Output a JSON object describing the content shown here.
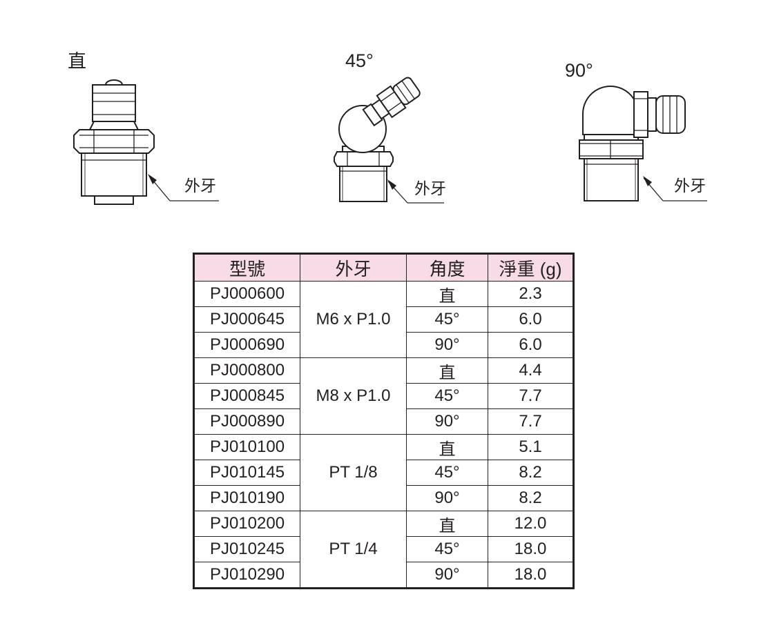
{
  "figures": {
    "straight": {
      "angle_label": "直",
      "thread_label": "外牙"
    },
    "angle45": {
      "angle_label": "45°",
      "thread_label": "外牙"
    },
    "angle90": {
      "angle_label": "90°",
      "thread_label": "外牙"
    }
  },
  "table": {
    "headers": {
      "model": "型號",
      "thread": "外牙",
      "angle": "角度",
      "weight": "淨重 (g)"
    },
    "groups": [
      {
        "thread": "M6 x P1.0",
        "rows": [
          {
            "model": "PJ000600",
            "angle": "直",
            "weight": "2.3"
          },
          {
            "model": "PJ000645",
            "angle": "45°",
            "weight": "6.0"
          },
          {
            "model": "PJ000690",
            "angle": "90°",
            "weight": "6.0"
          }
        ]
      },
      {
        "thread": "M8 x P1.0",
        "rows": [
          {
            "model": "PJ000800",
            "angle": "直",
            "weight": "4.4"
          },
          {
            "model": "PJ000845",
            "angle": "45°",
            "weight": "7.7"
          },
          {
            "model": "PJ000890",
            "angle": "90°",
            "weight": "7.7"
          }
        ]
      },
      {
        "thread": "PT 1/8",
        "rows": [
          {
            "model": "PJ010100",
            "angle": "直",
            "weight": "5.1"
          },
          {
            "model": "PJ010145",
            "angle": "45°",
            "weight": "8.2"
          },
          {
            "model": "PJ010190",
            "angle": "90°",
            "weight": "8.2"
          }
        ]
      },
      {
        "thread": "PT 1/4",
        "rows": [
          {
            "model": "PJ010200",
            "angle": "直",
            "weight": "12.0"
          },
          {
            "model": "PJ010245",
            "angle": "45°",
            "weight": "18.0"
          },
          {
            "model": "PJ010290",
            "angle": "90°",
            "weight": "18.0"
          }
        ]
      }
    ]
  }
}
